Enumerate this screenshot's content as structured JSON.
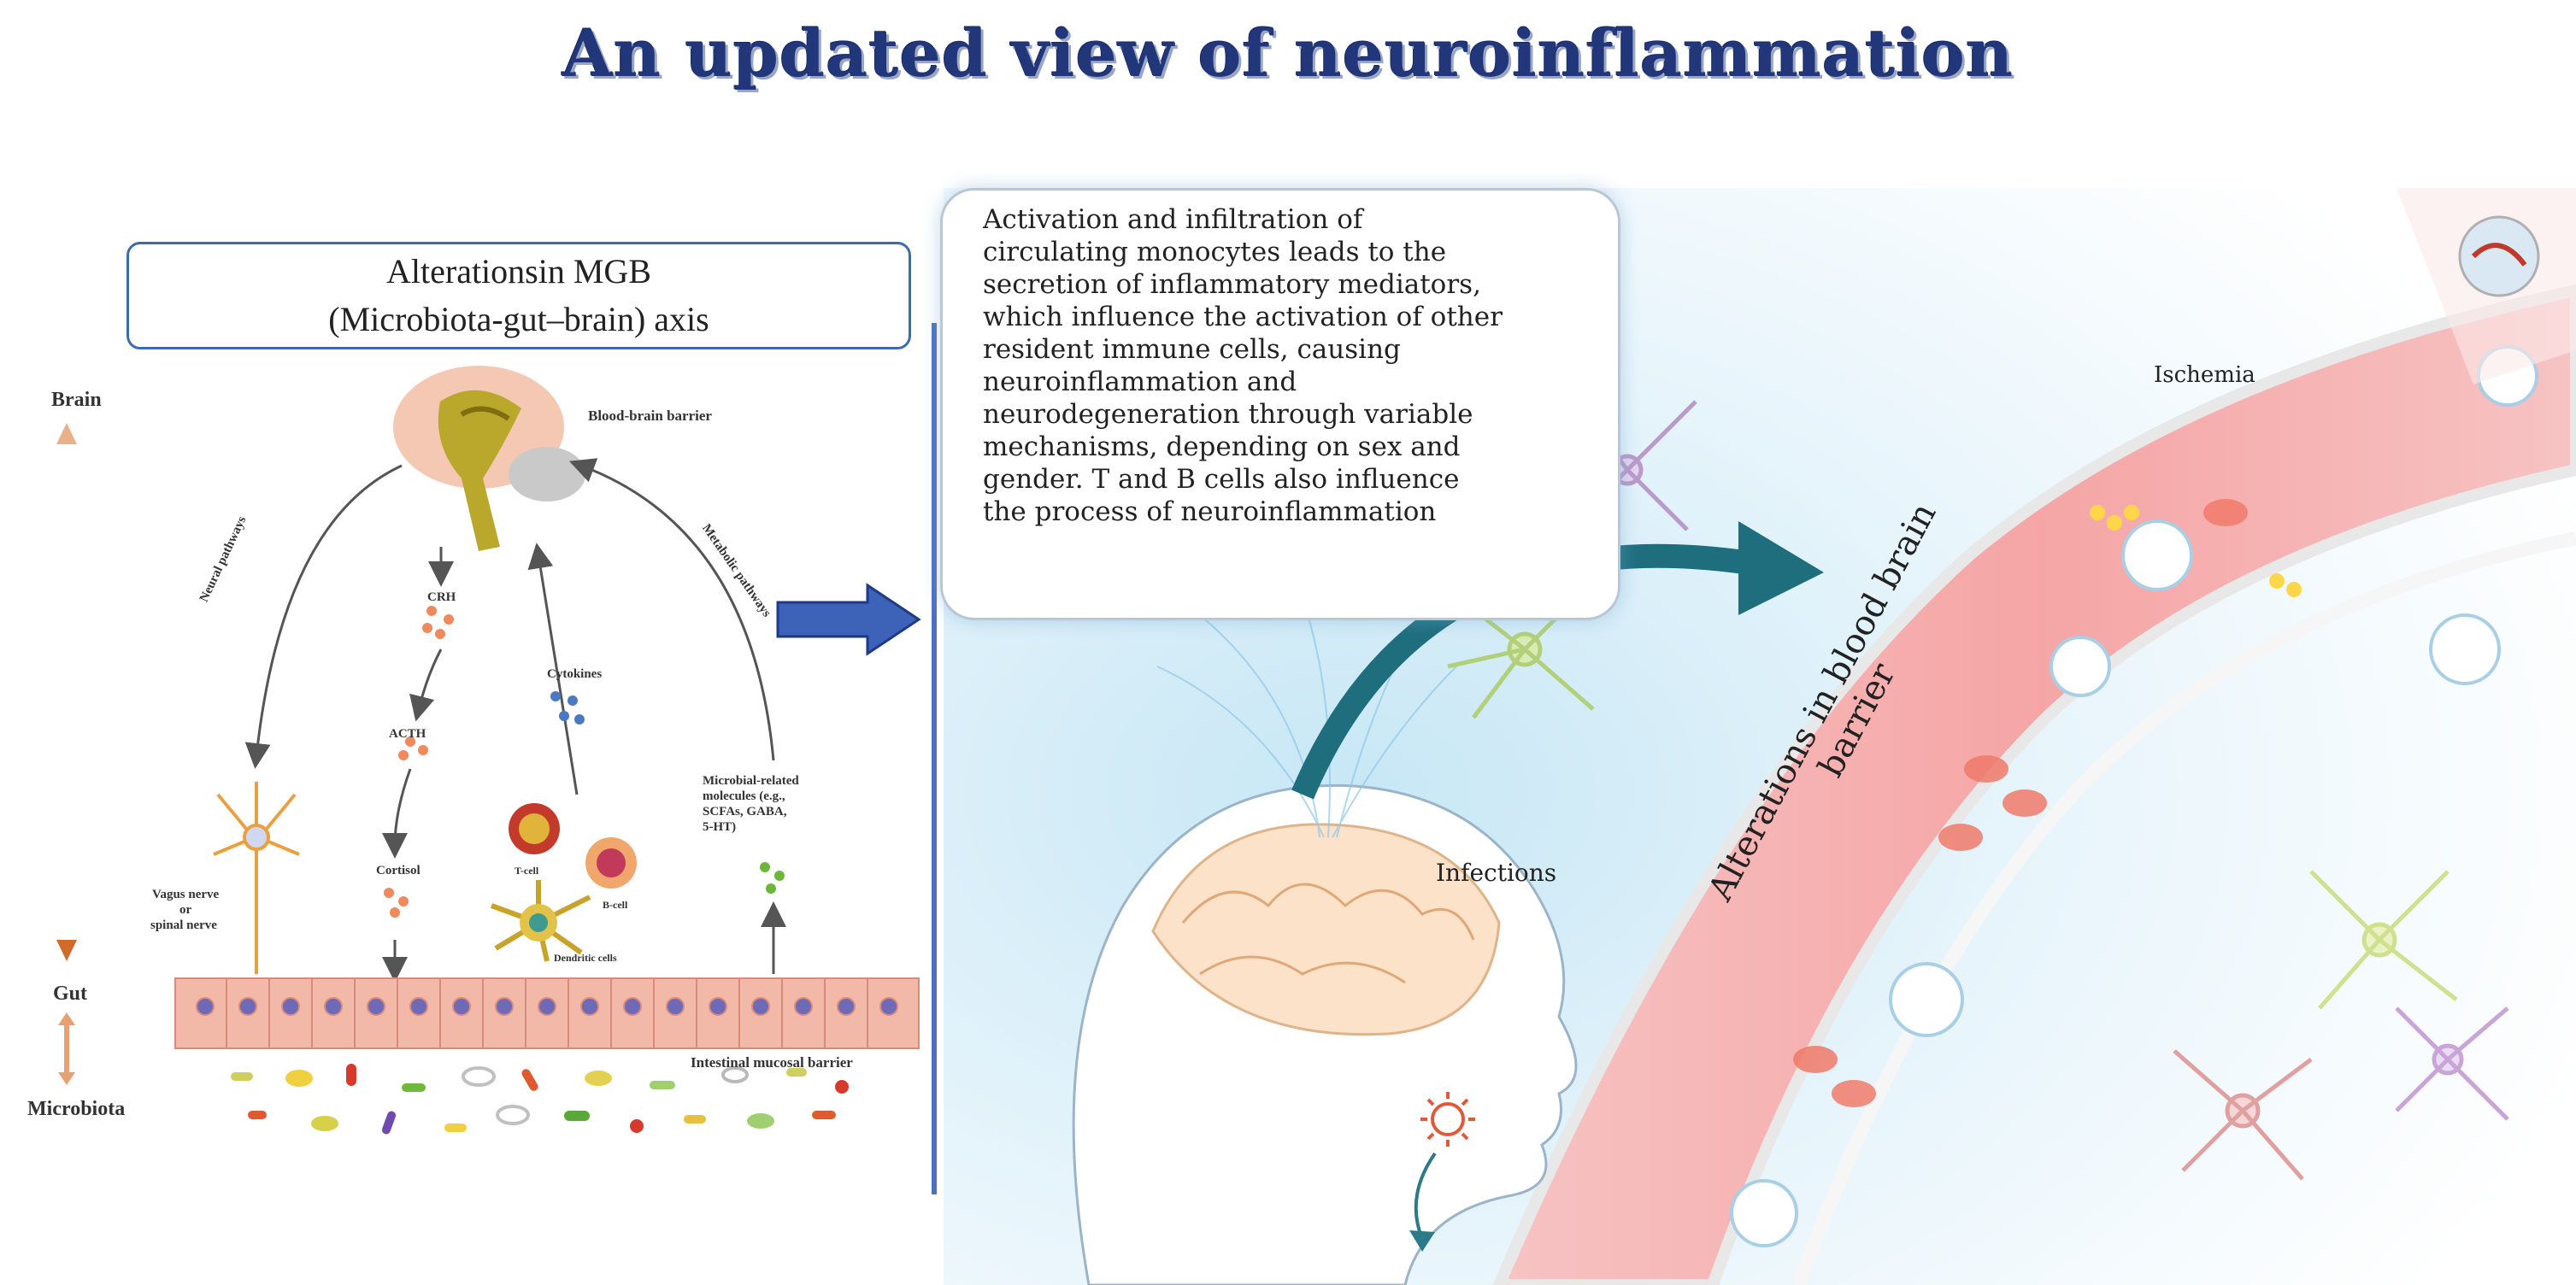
{
  "title": "An updated view of neuroinflammation",
  "mgb_box": {
    "line1": "Alterationsin MGB",
    "line2": "(Microbiota-gut–brain) axis"
  },
  "left_panel": {
    "axis_brain": "Brain",
    "axis_gut": "Gut",
    "axis_microbiota": "Microbiota",
    "blood_brain_barrier": "Blood-brain barrier",
    "neural_pathways": "Neural pathways",
    "metabolic_pathways": "Metabolic pathways",
    "crh": "CRH",
    "acth": "ACTH",
    "cortisol": "Cortisol",
    "cytokines": "Cytokines",
    "microbial_molecules_1": "Microbial-related",
    "microbial_molecules_2": "molecules (e.g.,",
    "microbial_molecules_3": "SCFAs, GABA,",
    "microbial_molecules_4": "5-HT)",
    "vagus_1": "Vagus nerve",
    "vagus_2": "or",
    "vagus_3": "spinal nerve",
    "t_cell": "T-cell",
    "b_cell": "B-cell",
    "dendritic_cells": "Dendritic cells",
    "intestinal_barrier": "Intestinal mucosal barrier"
  },
  "info_box": {
    "lines": [
      "Activation and infiltration of",
      "circulating monocytes leads to the",
      "secretion of inflammatory mediators,",
      "which influence the activation of other",
      "resident immune cells, causing",
      "neuroinflammation and",
      "neurodegeneration through variable",
      "mechanisms, depending on sex and",
      "gender. T and B cells also influence",
      "the process of neuroinflammation"
    ]
  },
  "scene_labels": {
    "ischemia": "Ischemia",
    "infections": "Infections",
    "bbb_line1": "Alterations in blood brain",
    "bbb_line2": "barrier"
  },
  "colors": {
    "title": "#22367a",
    "box_border": "#3d6bb0",
    "divider": "#4a72c0",
    "vessel": "#f2a8a8",
    "arrow": "#1f6e7e"
  }
}
